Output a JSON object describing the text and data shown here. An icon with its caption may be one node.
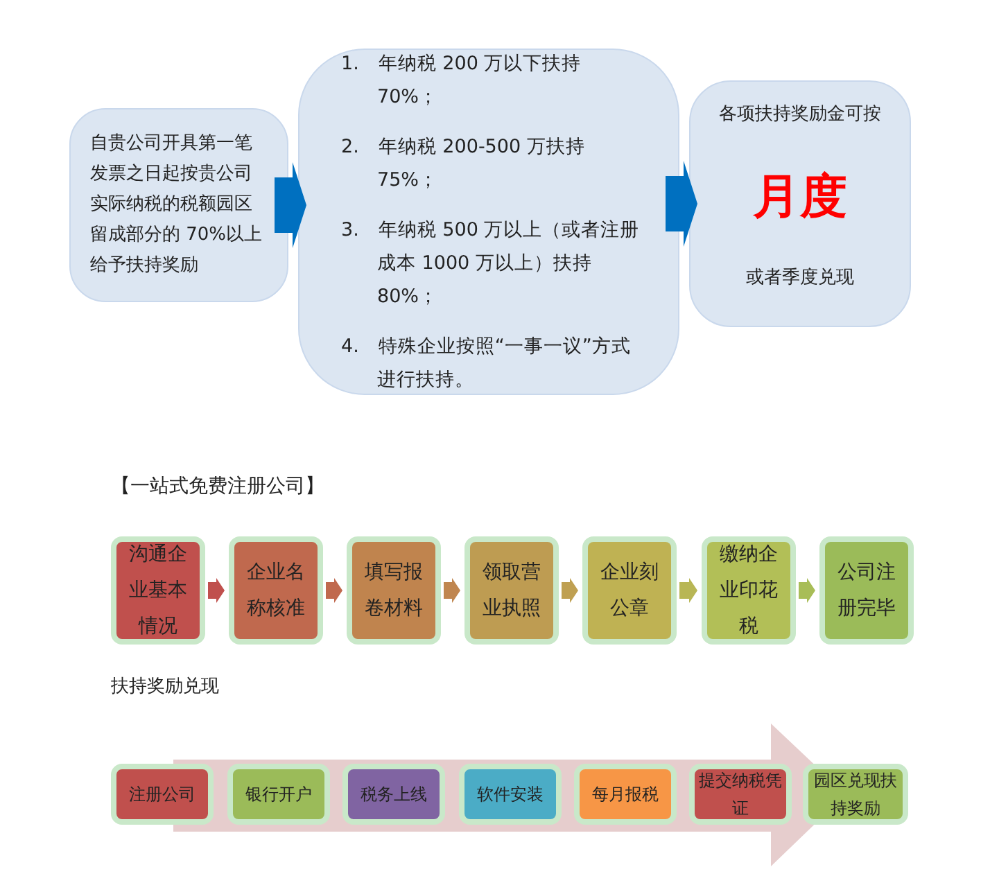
{
  "diagram": {
    "nodes": [
      {
        "text": [
          "自贵公司开具第一笔发票之日起按贵公司实际纳税的税额园区留成部分的 70%以上给予扶持奖励"
        ]
      },
      {
        "text": [
          "1.　年纳税 200 万以下扶持 70%；",
          "2.　年纳税 200-500 万扶持 75%；",
          "3.　年纳税 500 万以上（或者注册成本 1000 万以上）扶持 80%；",
          "4.　特殊企业按照“一事一议”方式进行扶持。"
        ]
      },
      {
        "text": [
          "各项扶持奖励金可按",
          "月度",
          "或者季度兑现"
        ]
      },
      {
        "text": [
          "沟通企业基本情况"
        ]
      },
      {
        "text": [
          "企业名称核准"
        ]
      },
      {
        "text": [
          "填写报卷材料"
        ]
      },
      {
        "text": [
          "领取营业执照"
        ]
      },
      {
        "text": [
          "企业刻公章"
        ]
      },
      {
        "text": [
          "缴纳企业印花税"
        ]
      },
      {
        "text": [
          "公司注册完毕"
        ]
      },
      {
        "text": [
          "注册公司"
        ]
      },
      {
        "text": [
          "银行开户"
        ]
      },
      {
        "text": [
          "税务上线"
        ]
      },
      {
        "text": [
          "软件安装"
        ]
      },
      {
        "text": [
          "每月报税"
        ]
      },
      {
        "text": [
          "提交纳税凭证"
        ]
      },
      {
        "text": [
          "园区兑现扶持奖励"
        ]
      }
    ],
    "edges": [
      {
        "from": 0,
        "to": 1,
        "arrow": "to",
        "color": "#0070c0"
      },
      {
        "from": 1,
        "to": 2,
        "arrow": "to",
        "color": "#0070c0"
      },
      {
        "from": 3,
        "to": 4,
        "arrow": "to",
        "color": "#c0504d"
      },
      {
        "from": 4,
        "to": 5,
        "arrow": "to",
        "color": "#c0694e"
      },
      {
        "from": 5,
        "to": 6,
        "arrow": "to",
        "color": "#c0864f"
      },
      {
        "from": 6,
        "to": 7,
        "arrow": "to",
        "color": "#bfa052"
      },
      {
        "from": 7,
        "to": 8,
        "arrow": "to",
        "color": "#b8b655"
      },
      {
        "from": 8,
        "to": 9,
        "arrow": "to",
        "color": "#a8bd57"
      }
    ],
    "labels": [
      "【一站式免费注册公司】",
      "扶持奖励兑现"
    ]
  }
}
